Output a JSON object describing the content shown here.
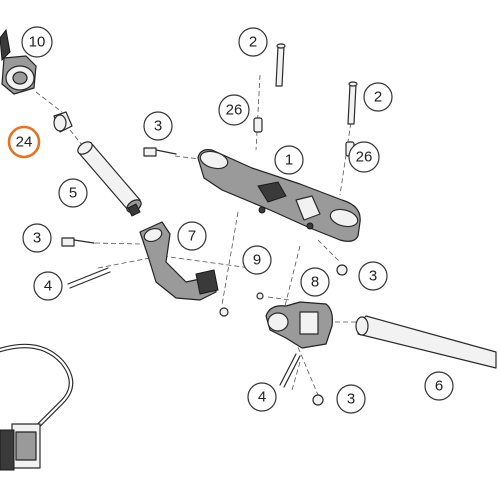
{
  "callouts": {
    "c10": "10",
    "c24": "24",
    "c5": "5",
    "c3a": "3",
    "c4a": "4",
    "c2a": "2",
    "c26a": "26",
    "c3b": "3",
    "c1": "1",
    "c2b": "2",
    "c26b": "26",
    "c7": "7",
    "c9": "9",
    "c8": "8",
    "c3c": "3",
    "c4b": "4",
    "c3d": "3",
    "c6": "6"
  },
  "highlight_color": "#e8731f"
}
